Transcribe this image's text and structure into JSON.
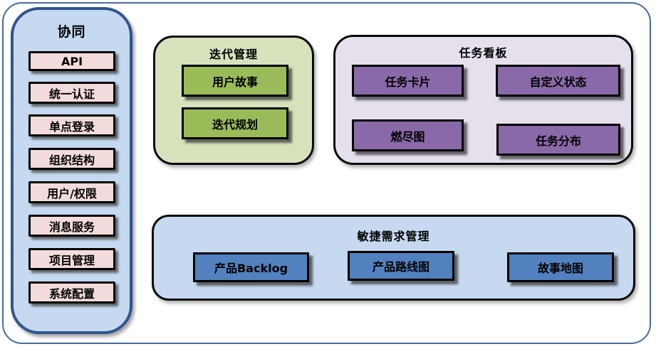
{
  "diagram": {
    "sidebar": {
      "title": "协同",
      "items": [
        "API",
        "统一认证",
        "单点登录",
        "组织结构",
        "用户/权限",
        "消息服务",
        "项目管理",
        "系统配置"
      ]
    },
    "groups": {
      "iteration": {
        "title": "迭代管理",
        "items": [
          "用户故事",
          "迭代规划"
        ]
      },
      "kanban": {
        "title": "任务看板",
        "items": [
          "任务卡片",
          "自定义状态",
          "燃尽图",
          "任务分布"
        ]
      },
      "agile": {
        "title": "敏捷需求管理",
        "items": [
          "产品Backlog",
          "产品路线图",
          "故事地图"
        ]
      }
    },
    "colors": {
      "outer_frame_border": "#4a699c",
      "sidebar_fill": "#c5d9f1",
      "sidebar_border": "#30548c",
      "sidebar_item_fill": "#f2dcdb",
      "iteration_group_fill": "#d6e3bc",
      "iteration_item_fill": "#9bbb59",
      "kanban_group_fill": "#e6e0ed",
      "kanban_item_fill": "#8a69a9",
      "agile_group_fill": "#c6d9f0",
      "agile_item_fill": "#5181be",
      "node_border": "#000000",
      "text": "#000000"
    }
  }
}
